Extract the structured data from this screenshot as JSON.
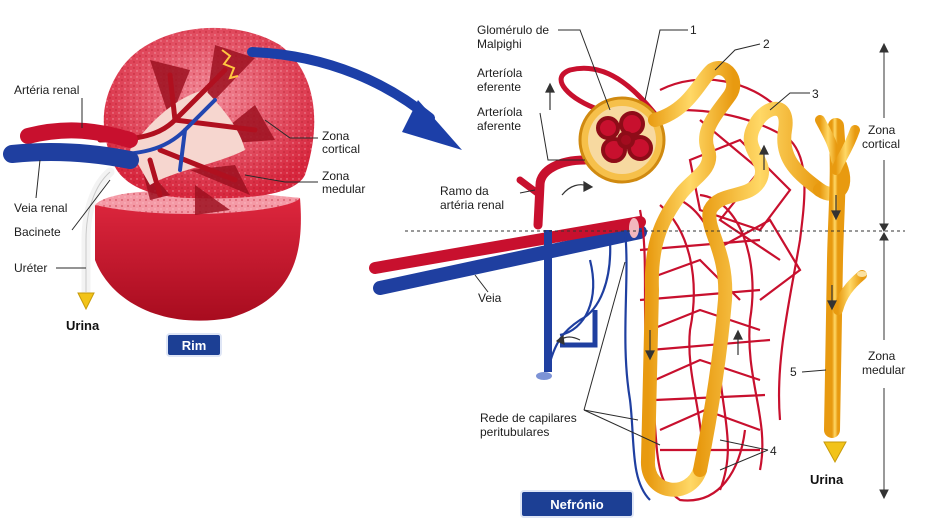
{
  "colors": {
    "artery": "#c8102e",
    "vein": "#1f3fa0",
    "tubule": "#f3b221",
    "cortex": "#d7263d",
    "medulla": "#b80f24",
    "caption_bg": "#1c3f94"
  },
  "kidney": {
    "caption": "Rim",
    "labels": {
      "arteria_renal": "Artéria renal",
      "veia_renal": "Veia renal",
      "bacinete": "Bacinete",
      "ureter": "Uréter",
      "urina": "Urina",
      "zona_cortical": [
        "Zona",
        "cortical"
      ],
      "zona_medular": [
        "Zona",
        "medular"
      ]
    }
  },
  "nephron": {
    "caption": "Nefrónio",
    "labels": {
      "glomerulo": [
        "Glomérulo de",
        "Malpighi"
      ],
      "arteriola_eferente": [
        "Arteríola",
        "eferente"
      ],
      "arteriola_aferente": [
        "Arteríola",
        "aferente"
      ],
      "ramo_arteria": [
        "Ramo da",
        "artéria renal"
      ],
      "veia": "Veia",
      "rede_capilares": [
        "Rede de capilares",
        "peritubulares"
      ],
      "urina": "Urina",
      "zona_cortical": [
        "Zona",
        "cortical"
      ],
      "zona_medular": [
        "Zona",
        "medular"
      ],
      "n1": "1",
      "n2": "2",
      "n3": "3",
      "n4": "4",
      "n5": "5"
    }
  }
}
